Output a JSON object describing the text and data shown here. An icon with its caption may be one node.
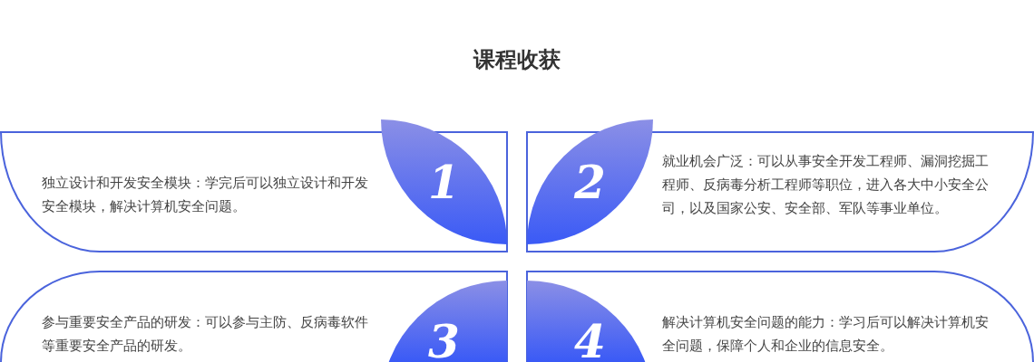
{
  "diagram": {
    "title": "课程收获",
    "nodes": [
      {
        "text": [
          "独立设计和开发安全模块：学完后可以独立设计和开发安全模块，解决计算机安全问题。"
        ]
      },
      {
        "text": [
          "1"
        ]
      },
      {
        "text": [
          "2"
        ]
      },
      {
        "text": [
          "就业机会广泛：可以从事安全开发工程师、漏洞挖掘工程师、反病毒分析工程师等职位，进入各大中小安全公司，以及国家公安、安全部、军队等事业单位。"
        ]
      },
      {
        "text": [
          "参与重要安全产品的研发：可以参与主防、反病毒软件等重要安全产品的研发。"
        ]
      },
      {
        "text": [
          "3"
        ],
        "in": 4
      },
      {
        "text": [
          "4"
        ],
        "in": 7
      },
      {
        "text": [
          "解决计算机安全问题的能力：学习后可以解决计算机安全问题，保障个人和企业的信息安全。"
        ]
      }
    ]
  }
}
